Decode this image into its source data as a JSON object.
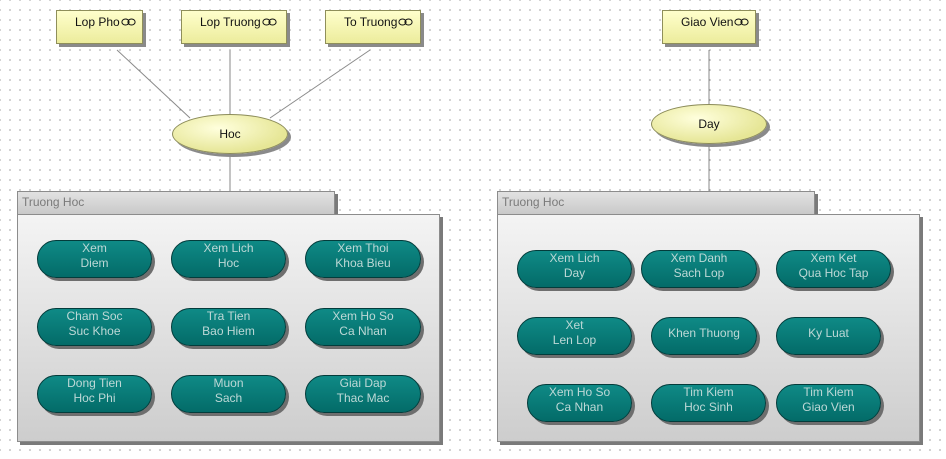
{
  "actors": [
    "Lop Pho",
    "Lop Truong",
    "To Truong",
    "Giao Vien"
  ],
  "associations": [
    "Hoc",
    "Day"
  ],
  "packages": [
    {
      "title": "Truong Hoc",
      "use_cases": [
        "Xem\nDiem",
        "Xem Lich\nHoc",
        "Xem Thoi\nKhoa Bieu",
        "Cham Soc\nSuc Khoe",
        "Tra Tien\nBao Hiem",
        "Xem Ho So\nCa Nhan",
        "Dong Tien\nHoc Phi",
        "Muon\nSach",
        "Giai Dap\nThac Mac"
      ]
    },
    {
      "title": "Truong Hoc",
      "use_cases": [
        "Xem Lich\nDay",
        "Xem Danh\nSach Lop",
        "Xem Ket\nQua Hoc Tap",
        "Xet\nLen Lop",
        "Khen Thuong",
        "Ky Luat",
        "Xem Ho So\nCa Nhan",
        "Tim Kiem\nHoc Sinh",
        "Tim Kiem\nGiao Vien"
      ]
    }
  ]
}
